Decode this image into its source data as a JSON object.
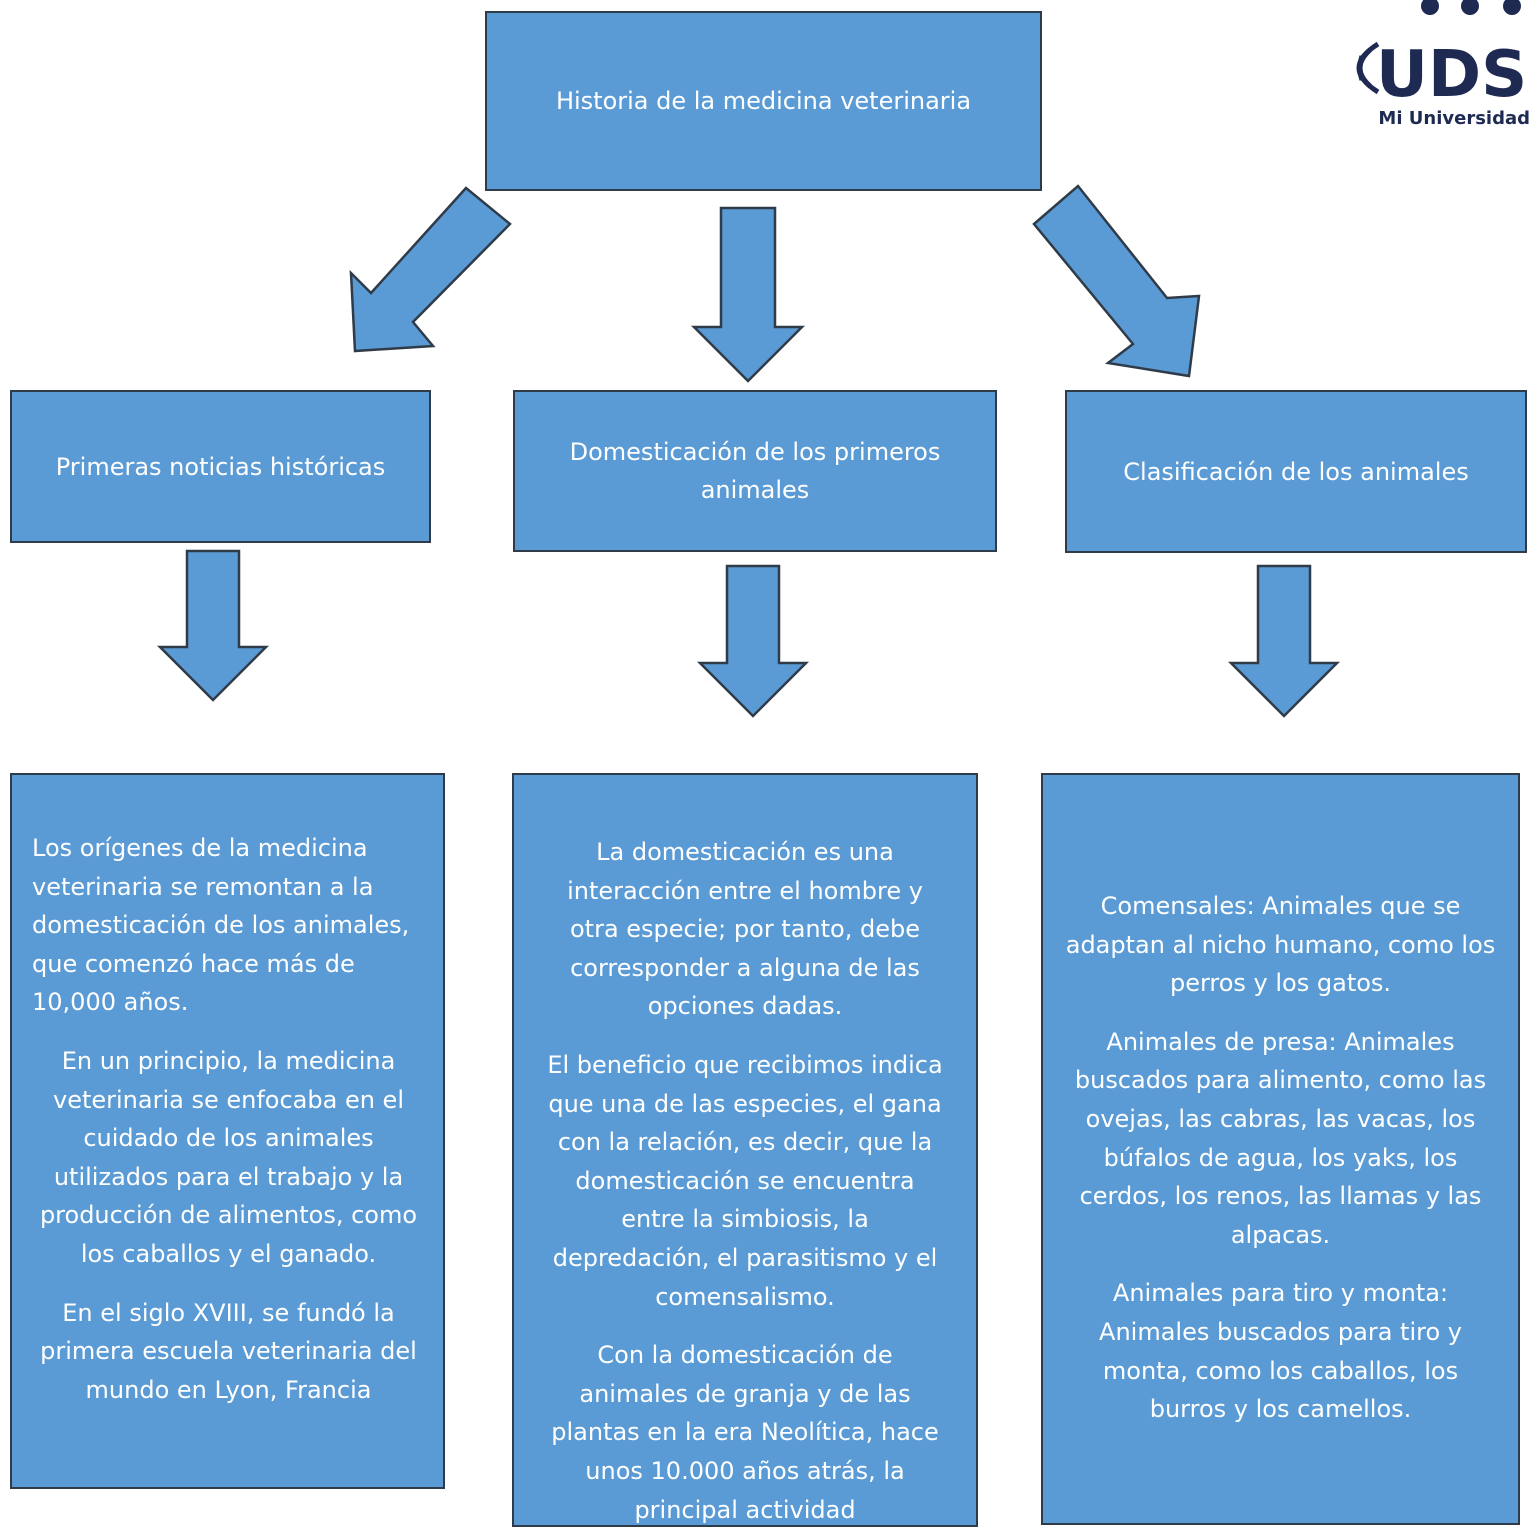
{
  "title": "Historia de la medicina veterinaria",
  "branches": [
    {
      "heading": "Primeras noticias históricas",
      "paragraphs": [
        "Los orígenes de la medicina veterinaria se remontan a la domesticación de los animales, que comenzó hace más de 10,000 años.",
        "En un principio, la medicina veterinaria se enfocaba en el cuidado de los animales utilizados para el trabajo y la producción de alimentos, como los caballos y el ganado.",
        "En el siglo XVIII, se fundó la primera escuela veterinaria del mundo en Lyon, Francia"
      ]
    },
    {
      "heading": "Domesticación de los primeros animales",
      "paragraphs": [
        "La domesticación es una interacción entre el hombre y otra especie; por tanto, debe corresponder a alguna de las opciones dadas.",
        "El beneficio que recibimos indica que una de las especies, el gana con la relación, es decir, que la domesticación se encuentra entre la simbiosis, la depredación, el parasitismo y el comensalismo.",
        "Con la domesticación de animales de granja y de las plantas en la era Neolítica, hace unos 10.000 años atrás, la principal actividad"
      ]
    },
    {
      "heading": "Clasificación de los animales",
      "paragraphs": [
        "Comensales: Animales que se adaptan al nicho humano, como los perros y los gatos.",
        "Animales de presa: Animales buscados para alimento, como las ovejas, las cabras, las vacas, los búfalos de agua, los yaks, los cerdos, los renos, las llamas y las alpacas.",
        "Animales para tiro y monta: Animales buscados para tiro y monta, como los caballos, los burros y los camellos."
      ]
    }
  ],
  "logo": {
    "text": "UDS",
    "subtitle": "Mi Universidad"
  },
  "colors": {
    "box_fill": "#5b9bd5",
    "box_border": "#2f3b48",
    "text": "#ffffff",
    "logo_navy": "#1e2a52"
  }
}
